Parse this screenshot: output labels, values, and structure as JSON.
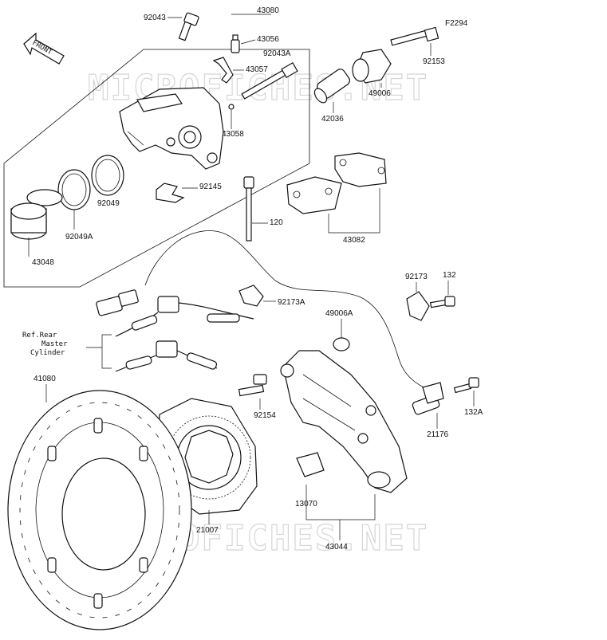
{
  "watermark": "MICROFICHES.NET",
  "front_arrow": "FRONT",
  "catalog_note": "F2294",
  "ref_note": [
    "Ref.Rear",
    "Master",
    "Cylinder"
  ],
  "labels": {
    "p92043": "92043",
    "p43080": "43080",
    "p43056": "43056",
    "p92043A": "92043A",
    "p43057": "43057",
    "p43058": "43058",
    "p42036": "42036",
    "p92153": "92153",
    "p49006": "49006",
    "p92145": "92145",
    "p92049": "92049",
    "p92049A": "92049A",
    "p43048": "43048",
    "p120": "120",
    "p43082": "43082",
    "p92173A": "92173A",
    "p92173": "92173",
    "p132": "132",
    "p49006A": "49006A",
    "p41080": "41080",
    "p92154": "92154",
    "p132A": "132A",
    "p21176": "21176",
    "p21007": "21007",
    "p13070": "13070",
    "p43044": "43044"
  }
}
